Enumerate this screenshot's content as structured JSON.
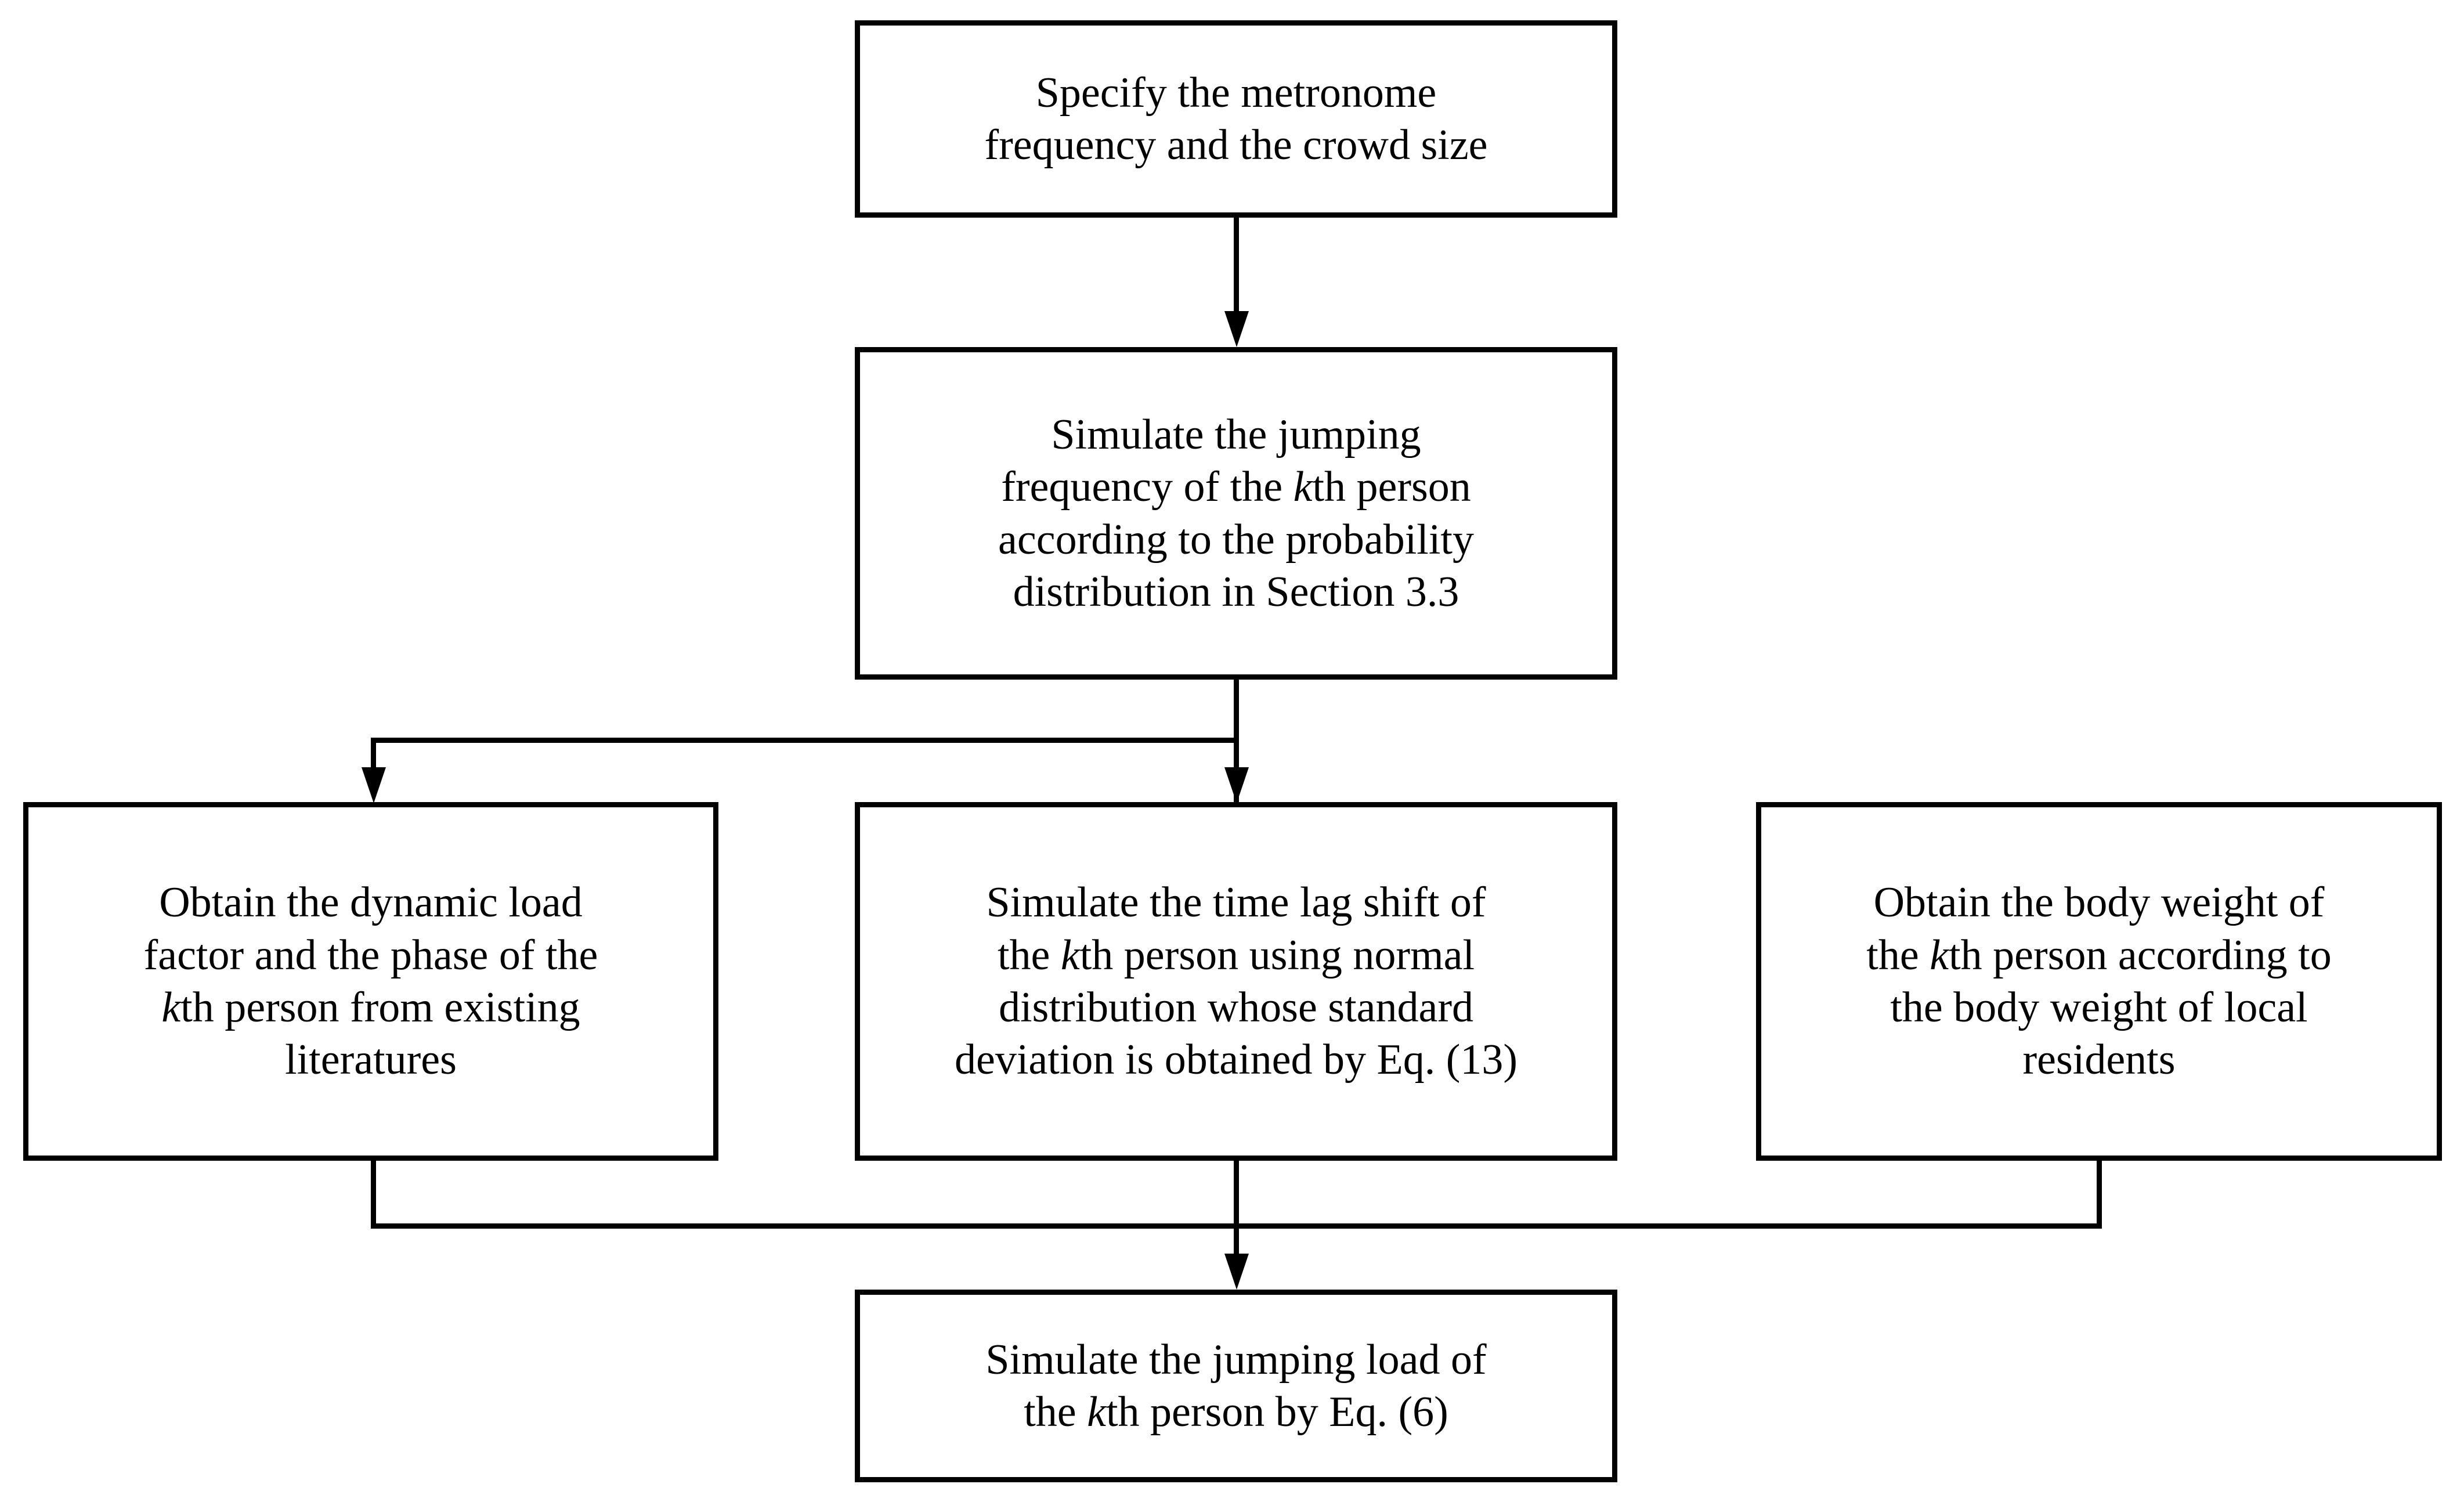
{
  "diagram": {
    "title": "Jumping load simulation flowchart",
    "stroke_color": "#000000",
    "background_color": "#ffffff",
    "nodes": [
      {
        "id": "specify-parameters",
        "name": "node-specify-parameters",
        "lines": [
          "Specify the metronome",
          "frequency and the crowd size"
        ],
        "text": "Specify the metronome\nfrequency and the crowd size"
      },
      {
        "id": "simulate-jumping-frequency",
        "name": "node-simulate-jumping-frequency",
        "lines": [
          "Simulate the jumping",
          "frequency of the kth person",
          "according to the probability",
          "distribution in Section 3.3"
        ],
        "text_prefix": "Simulate the jumping\nfrequency of the ",
        "italic": "k",
        "text_suffix": "th person\naccording to the probability\ndistribution in Section 3.3"
      },
      {
        "id": "obtain-dlf-phase",
        "name": "node-obtain-dynamic-load-factor",
        "lines": [
          "Obtain the dynamic load",
          "factor and the phase of the",
          "kth person from existing",
          "literatures"
        ],
        "text_prefix": "Obtain the dynamic load\nfactor and the phase of the\n",
        "italic": "k",
        "text_suffix": "th person from existing\nliteratures"
      },
      {
        "id": "simulate-time-lag-shift",
        "name": "node-simulate-time-lag-shift",
        "lines": [
          "Simulate the time lag shift of",
          "the kth person using normal",
          "distribution whose standard",
          "deviation is obtained by Eq. (13)"
        ],
        "text_prefix": "Simulate the time lag shift of\nthe ",
        "italic": "k",
        "text_suffix": "th person using normal\ndistribution whose standard\ndeviation is obtained by Eq. (13)"
      },
      {
        "id": "obtain-body-weight",
        "name": "node-obtain-body-weight",
        "lines": [
          "Obtain the body weight of",
          "the kth person according to",
          "the body weight of local",
          "residents"
        ],
        "text_prefix": "Obtain the body weight of\nthe ",
        "italic": "k",
        "text_suffix": "th person according to\nthe body weight of local\nresidents"
      },
      {
        "id": "simulate-jumping-load",
        "name": "node-simulate-jumping-load",
        "lines": [
          "Simulate the jumping load of",
          "the kth person by Eq. (6)"
        ],
        "text_prefix": "Simulate the jumping load of\nthe ",
        "italic": "k",
        "text_suffix": "th person by Eq. (6)"
      }
    ],
    "edges": [
      {
        "id": "e1",
        "from": "specify-parameters",
        "to": "simulate-jumping-frequency",
        "arrow": true
      },
      {
        "id": "e2",
        "from": "simulate-jumping-frequency",
        "to": "obtain-dlf-phase",
        "arrow": true
      },
      {
        "id": "e3",
        "from": "simulate-jumping-frequency",
        "to": "simulate-time-lag-shift",
        "arrow": true
      },
      {
        "id": "e4",
        "from": "obtain-dlf-phase",
        "to": "simulate-jumping-load",
        "arrow": false
      },
      {
        "id": "e5",
        "from": "simulate-time-lag-shift",
        "to": "simulate-jumping-load",
        "arrow": true
      },
      {
        "id": "e6",
        "from": "obtain-body-weight",
        "to": "simulate-jumping-load",
        "arrow": false
      }
    ]
  }
}
